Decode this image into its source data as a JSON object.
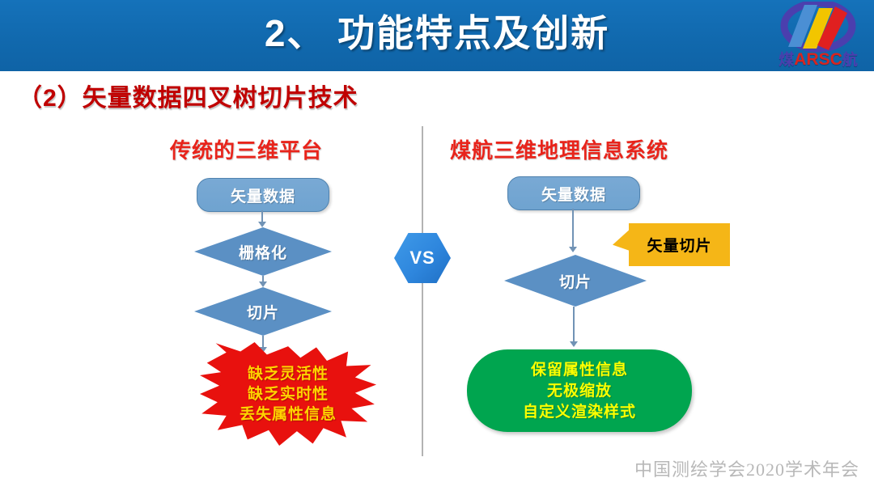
{
  "header": {
    "title": "2、 功能特点及创新",
    "band_color": "#1169ae",
    "logo": {
      "name": "arsc-logo",
      "text_cn_left": "煤",
      "text_en": "ARSC",
      "text_cn_right": "航",
      "colors": [
        "#4b8fd4",
        "#f2c500",
        "#e02020",
        "#4b3fae"
      ]
    }
  },
  "subtitle": {
    "text": "（2）矢量数据四叉树切片技术",
    "color": "#c00000"
  },
  "columns": {
    "left_heading": "传统的三维平台",
    "right_heading": "煤航三维地理信息系统",
    "heading_color": "#e8241b"
  },
  "vs_badge": {
    "label": "VS",
    "color": "#2e86dd"
  },
  "left_flow": {
    "node_start": "矢量数据",
    "node_step1": "栅格化",
    "node_step2": "切片",
    "result_lines": [
      "缺乏灵活性",
      "缺乏实时性",
      "丢失属性信息"
    ],
    "result_shape": "starburst",
    "result_fill": "#e8110e",
    "result_text_color": "#ffd400"
  },
  "right_flow": {
    "node_start": "矢量数据",
    "node_step1": "切片",
    "callout": "矢量切片",
    "callout_fill": "#f5b617",
    "result_lines": [
      "保留属性信息",
      "无极缩放",
      "自定义渲染样式"
    ],
    "result_fill": "#00a54f",
    "result_text_color": "#ffff00"
  },
  "footer": {
    "text": "中国测绘学会2020学术年会"
  }
}
